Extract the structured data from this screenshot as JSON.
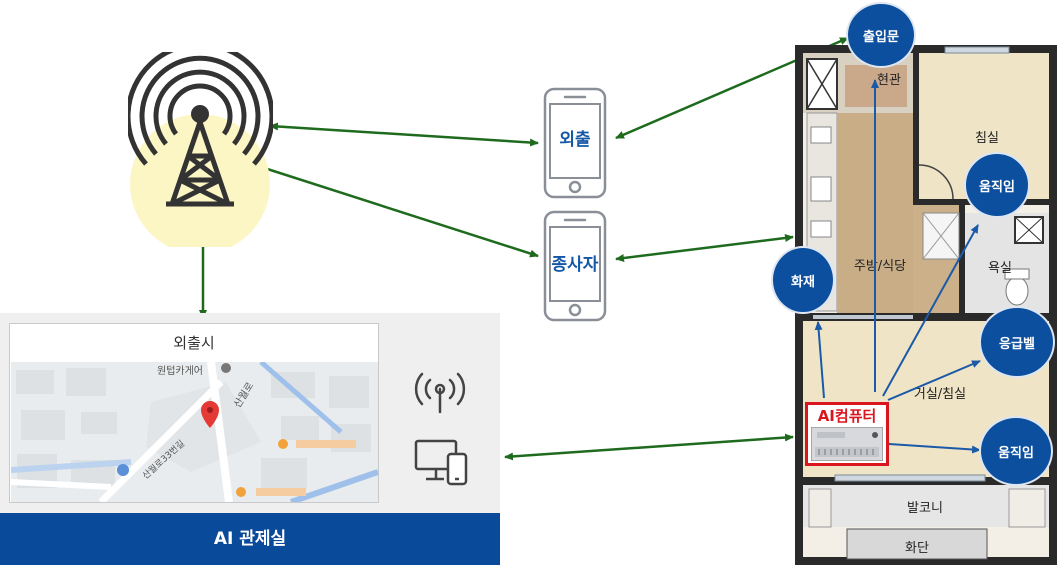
{
  "tower": {
    "icon": "cell-tower-icon",
    "glow_color": "#fbf6c4"
  },
  "phones": [
    {
      "label": "외출"
    },
    {
      "label": "종사자"
    }
  ],
  "control_room": {
    "map_title": "외출시",
    "map_labels": [
      "원텁카게어",
      "산월로",
      "산월로33번길"
    ],
    "banner": "AI 관제실",
    "icons": [
      "antenna-icon",
      "desktop-mobile-icon"
    ]
  },
  "floor_plan": {
    "rooms": [
      "현관",
      "침실",
      "주방/식당",
      "욕실",
      "거실/침실",
      "발코니",
      "화단"
    ]
  },
  "sensors": {
    "entrance": "출입문",
    "motion_top": "움직임",
    "fire": "화재",
    "emergency": "응급벨",
    "motion_bottom": "움직임"
  },
  "ai_computer": {
    "label": "AI컴퓨터"
  },
  "colors": {
    "arrow_green": "#1e6b1e",
    "arrow_blue": "#1a5aa8",
    "badge_blue": "#0b4f9e",
    "banner_blue": "#0a4a9b",
    "ai_red": "#d9161e"
  }
}
